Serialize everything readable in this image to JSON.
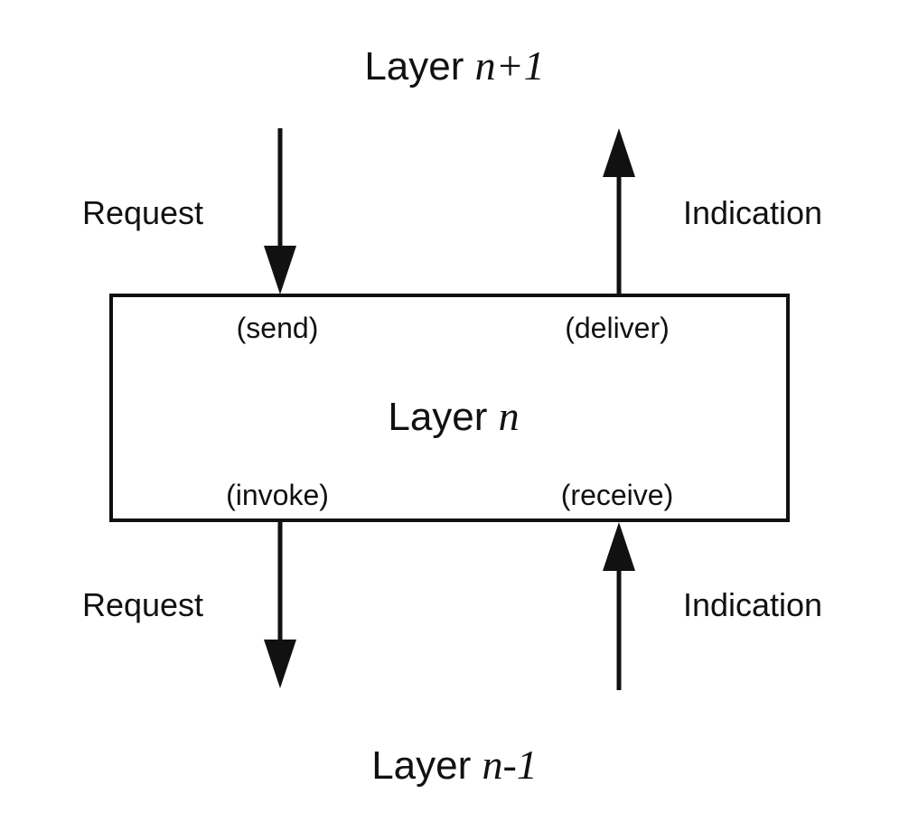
{
  "colors": {
    "ink": "#111111",
    "background": "#ffffff"
  },
  "layers": {
    "upper": {
      "prefix": "Layer ",
      "variable": "n+1"
    },
    "middle": {
      "prefix": "Layer ",
      "variable": "n"
    },
    "lower": {
      "prefix": "Layer ",
      "variable": "n-1"
    }
  },
  "flows": {
    "upper_left": {
      "label": "Request",
      "direction": "down",
      "operation": "(send)"
    },
    "upper_right": {
      "label": "Indication",
      "direction": "up",
      "operation": "(deliver)"
    },
    "lower_left": {
      "label": "Request",
      "direction": "down",
      "operation": "(invoke)"
    },
    "lower_right": {
      "label": "Indication",
      "direction": "up",
      "operation": "(receive)"
    }
  }
}
